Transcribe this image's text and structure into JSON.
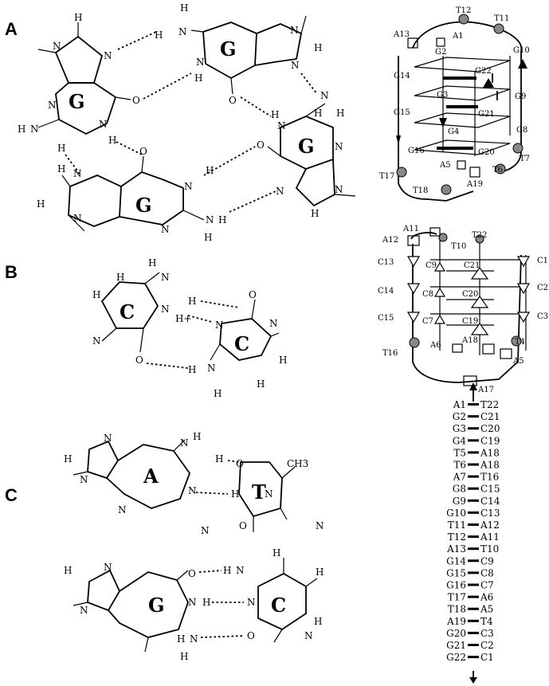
{
  "panels": {
    "a": "A",
    "b": "B",
    "c": "C"
  },
  "atoms": {
    "h": "H",
    "n": "N",
    "o": "O",
    "hplus": "H+",
    "ch3": "CH3"
  },
  "bases": {
    "g": "G",
    "c": "C",
    "a": "A",
    "t": "T"
  },
  "quadruplex_labels": {
    "a13": "A13",
    "t12": "T12",
    "t11": "T11",
    "a1": "A1",
    "g2": "G2",
    "g10": "G10",
    "g14": "G14",
    "g22": "G22",
    "g3": "G3",
    "g9": "G9",
    "g15": "G15",
    "g21": "G21",
    "g4": "G4",
    "g8": "G8",
    "g16": "G16",
    "g20": "G20",
    "a5": "A5",
    "t6": "T6",
    "t7": "T7",
    "t17": "T17",
    "t18": "T18",
    "a19": "A19"
  },
  "imotif_labels": {
    "a11": "A11",
    "a12": "A12",
    "t10": "T10",
    "t22": "T22",
    "c13": "C13",
    "c9": "C9",
    "c21": "C21",
    "c1": "C1",
    "c14": "C14",
    "c8": "C8",
    "c20": "C20",
    "c2": "C2",
    "c15": "C15",
    "c7": "C7",
    "c19": "C19",
    "c3": "C3",
    "a6": "A6",
    "a18": "A18",
    "t16": "T16",
    "t4": "T4",
    "a5": "A5",
    "a17": "A17"
  },
  "duplex_pairs": [
    {
      "left": "A1",
      "right": "T22"
    },
    {
      "left": "G2",
      "right": "C21"
    },
    {
      "left": "G3",
      "right": "C20"
    },
    {
      "left": "G4",
      "right": "C19"
    },
    {
      "left": "T5",
      "right": "A18"
    },
    {
      "left": "T6",
      "right": "A18"
    },
    {
      "left": "A7",
      "right": "T16"
    },
    {
      "left": "G8",
      "right": "C15"
    },
    {
      "left": "G9",
      "right": "C14"
    },
    {
      "left": "G10",
      "right": "C13"
    },
    {
      "left": "T11",
      "right": "A12"
    },
    {
      "left": "T12",
      "right": "A11"
    },
    {
      "left": "A13",
      "right": "T10"
    },
    {
      "left": "G14",
      "right": "C9"
    },
    {
      "left": "G15",
      "right": "C8"
    },
    {
      "left": "G16",
      "right": "C7"
    },
    {
      "left": "T17",
      "right": "A6"
    },
    {
      "left": "T18",
      "right": "A5"
    },
    {
      "left": "A19",
      "right": "T4"
    },
    {
      "left": "G20",
      "right": "C3"
    },
    {
      "left": "G21",
      "right": "C2"
    },
    {
      "left": "G22",
      "right": "C1"
    }
  ]
}
